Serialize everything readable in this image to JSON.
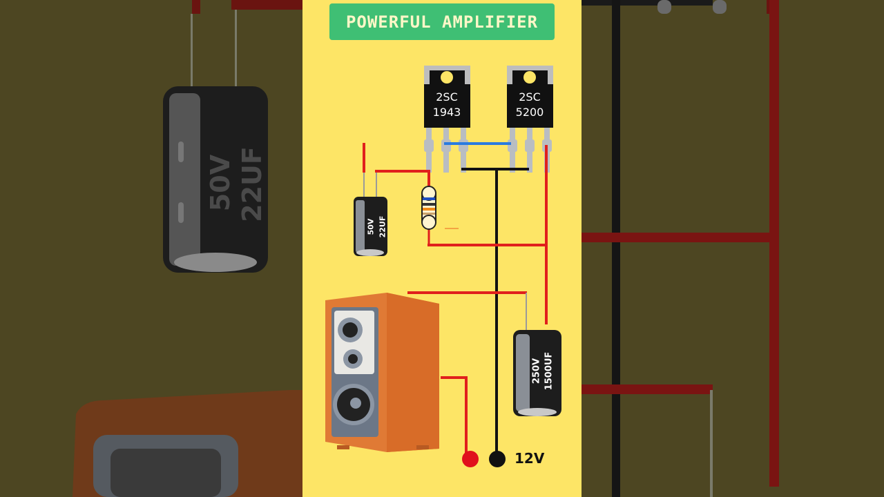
{
  "title": "POWERFUL AMPLIFIER",
  "transistors": [
    {
      "line1": "2SC",
      "line2": "1943"
    },
    {
      "line1": "2SC",
      "line2": "5200"
    }
  ],
  "capacitors": {
    "small": {
      "voltage": "50V",
      "capacitance": "22UF"
    },
    "large": {
      "voltage": "250V",
      "capacitance": "1500UF"
    }
  },
  "supply_label": "12V",
  "colors": {
    "panel": "#fde566",
    "title_bg": "#3fbf74",
    "wire_red": "#e0201c",
    "wire_black": "#111111",
    "wire_blue": "#2a7be0",
    "speaker_body": "#e07a35"
  }
}
